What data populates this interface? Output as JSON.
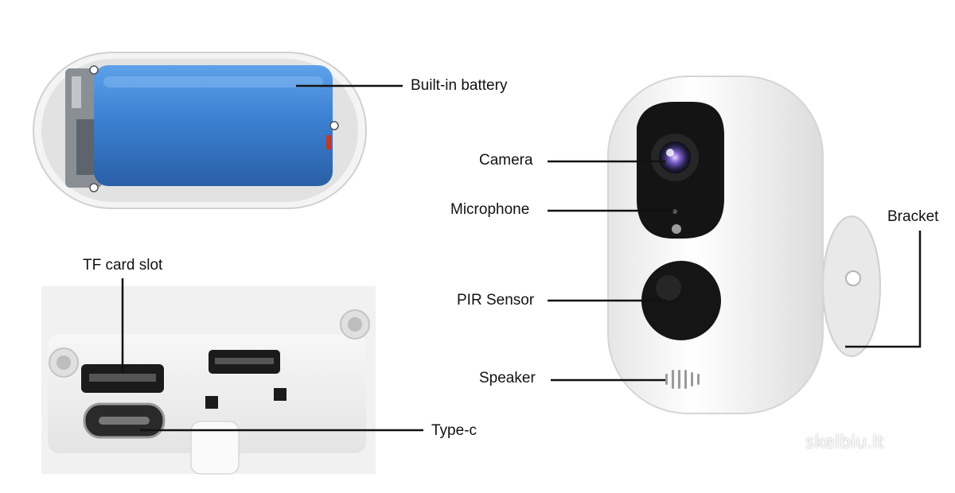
{
  "labels": {
    "battery": "Built-in battery",
    "tf_card": "TF card slot",
    "type_c": "Type-c",
    "camera": "Camera",
    "microphone": "Microphone",
    "pir": "PIR Sensor",
    "speaker": "Speaker",
    "bracket": "Bracket"
  },
  "watermark": "skelbiu.lt",
  "colors": {
    "battery_blue": "#3a7fd0",
    "housing_white": "#f3f3f3",
    "lens_black": "#111111",
    "leader_line": "#111111"
  }
}
